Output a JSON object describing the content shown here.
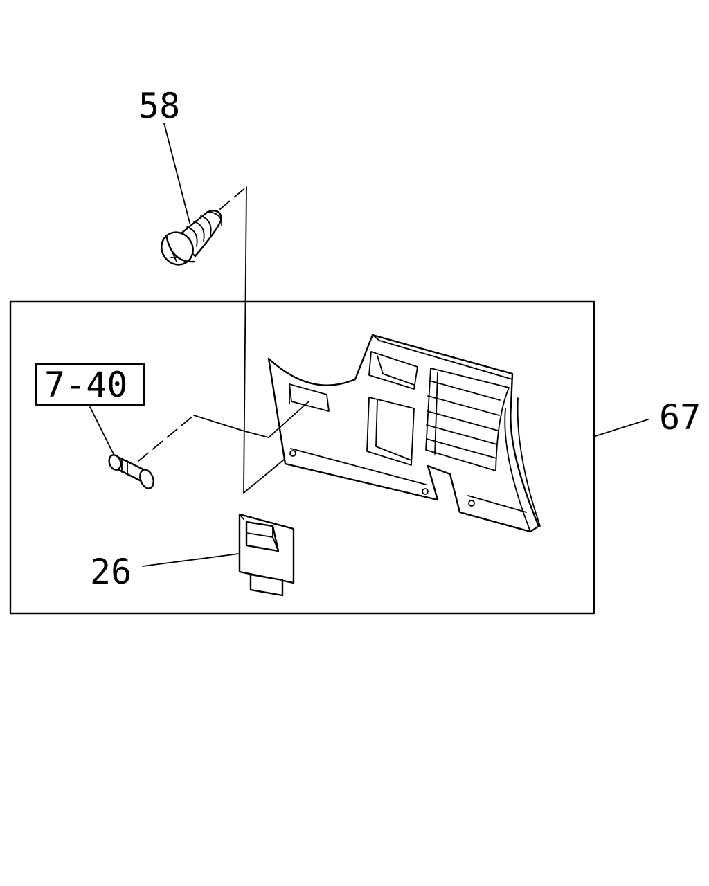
{
  "callouts": {
    "c58": "58",
    "c67": "67",
    "c26": "26",
    "ref740": "7-40"
  },
  "parts": [
    {
      "id": "58",
      "icon": "screw-icon"
    },
    {
      "id": "67",
      "icon": "dash-panel-icon"
    },
    {
      "id": "26",
      "icon": "switch-icon"
    },
    {
      "id": "7-40",
      "icon": "clip-icon"
    }
  ],
  "colors": {
    "line": "#000000",
    "background": "#ffffff"
  }
}
